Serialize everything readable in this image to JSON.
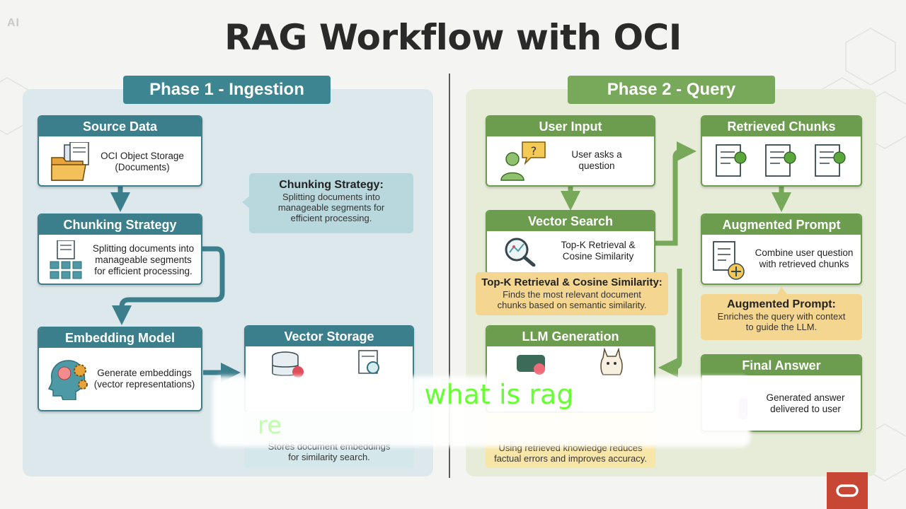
{
  "slide": {
    "corner_mark": "AI",
    "title": "RAG Workflow with OCI"
  },
  "phase1": {
    "title": "Phase 1 - Ingestion",
    "source_data": {
      "header": "Source Data",
      "line1": "OCI Object Storage",
      "line2": "(Documents)"
    },
    "chunking": {
      "header": "Chunking Strategy",
      "line1": "Splitting documents into",
      "line2": "manageable segments",
      "line3": "for efficient processing."
    },
    "chunking_callout": {
      "title": "Chunking Strategy:",
      "line1": "Splitting documents into",
      "line2": "manageable segments for",
      "line3": "efficient processing."
    },
    "embedding": {
      "header": "Embedding Model",
      "line1": "Generate embeddings",
      "line2": "(vector representations)"
    },
    "vector_storage": {
      "header": "Vector Storage"
    },
    "vector_callout": {
      "title_fragment": "re",
      "line1": "Stores document embeddings",
      "line2": "for similarity search."
    }
  },
  "phase2": {
    "title": "Phase 2 - Query",
    "user_input": {
      "header": "User Input",
      "line1": "User asks a",
      "line2": "question"
    },
    "vector_search": {
      "header": "Vector Search",
      "line1": "Top-K Retrieval &",
      "line2": "Cosine Similarity"
    },
    "topk_callout": {
      "title": "Top-K Retrieval & Cosine Similarity:",
      "line1": "Finds the most relevant document",
      "line2": "chunks based on semantic similarity."
    },
    "llm_generation": {
      "header": "LLM Generation"
    },
    "llm_callout": {
      "line1": "Using retrieved knowledge reduces",
      "line2": "factual errors and improves accuracy."
    },
    "retrieved_chunks": {
      "header": "Retrieved Chunks"
    },
    "augmented_prompt": {
      "header": "Augmented Prompt",
      "line1": "Combine user question",
      "line2": "with retrieved chunks"
    },
    "augmented_callout": {
      "title": "Augmented Prompt:",
      "line1": "Enriches the query with context",
      "line2": "to guide the LLM."
    },
    "final_answer": {
      "header": "Final Answer",
      "line1": "Generated answer",
      "line2": "delivered to user"
    }
  },
  "caption": {
    "text": "what is rag"
  },
  "colors": {
    "phase1_accent": "#3c7f8c",
    "phase2_accent": "#6c9c4e",
    "callout_yellow": "#f5d690",
    "callout_blue": "#b8d8dd",
    "caption_green": "#66ff33",
    "oracle_red": "#c74634"
  }
}
